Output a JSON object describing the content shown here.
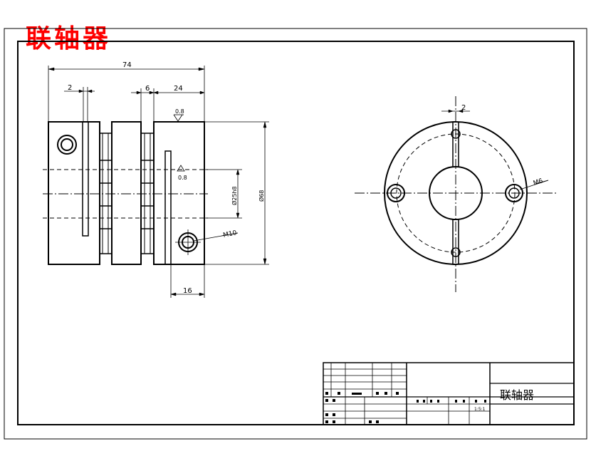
{
  "title": "联轴器",
  "dimensions": {
    "overall_length": "74",
    "slot_width": "2",
    "gap": "6",
    "hub_length": "24",
    "roughness_top": "0.8",
    "roughness_mid": "0.8",
    "bore_dia": "Ø25h8",
    "outer_dia": "Ø68",
    "screw_thread": "M10",
    "screw_offset": "16",
    "end_slot_width": "2",
    "end_thread": "M6"
  },
  "title_block": {
    "part_name": "联轴器",
    "scale": "1:5:1"
  },
  "colors": {
    "title": "#ff0000",
    "line": "#000000"
  }
}
